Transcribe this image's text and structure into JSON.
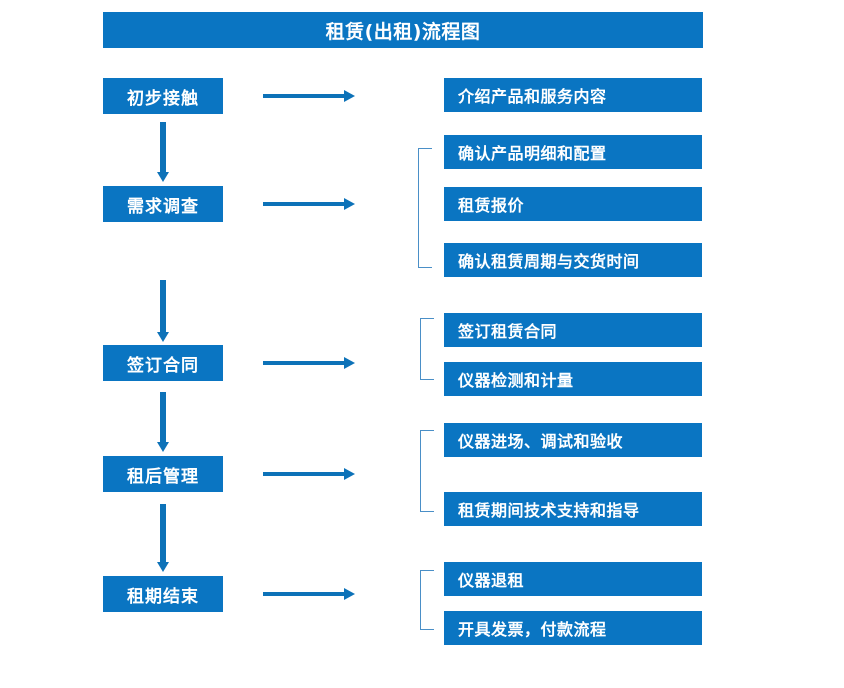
{
  "chart": {
    "title": "租赁(出租)流程图",
    "type": "flowchart",
    "colors": {
      "box_fill": "#0a75c2",
      "box_text": "#ffffff",
      "arrow": "#0d72b8",
      "bracket": "#4a8fc7",
      "background": "#ffffff"
    }
  },
  "stages": [
    {
      "id": "stage-1",
      "label": "初步接触"
    },
    {
      "id": "stage-2",
      "label": "需求调查"
    },
    {
      "id": "stage-3",
      "label": "签订合同"
    },
    {
      "id": "stage-4",
      "label": "租后管理"
    },
    {
      "id": "stage-5",
      "label": "租期结束"
    }
  ],
  "details": [
    {
      "id": "detail-1-1",
      "label": "介绍产品和服务内容"
    },
    {
      "id": "detail-2-1",
      "label": "确认产品明细和配置"
    },
    {
      "id": "detail-2-2",
      "label": "租赁报价"
    },
    {
      "id": "detail-2-3",
      "label": "确认租赁周期与交货时间"
    },
    {
      "id": "detail-3-1",
      "label": "签订租赁合同"
    },
    {
      "id": "detail-3-2",
      "label": "仪器检测和计量"
    },
    {
      "id": "detail-4-1",
      "label": "仪器进场、调试和验收"
    },
    {
      "id": "detail-4-2",
      "label": "租赁期间技术支持和指导"
    },
    {
      "id": "detail-5-1",
      "label": "仪器退租"
    },
    {
      "id": "detail-5-2",
      "label": "开具发票，付款流程"
    }
  ],
  "connectors": {
    "flow_arrows_down": 4,
    "link_arrows_right": 5,
    "group_brackets": 4
  }
}
